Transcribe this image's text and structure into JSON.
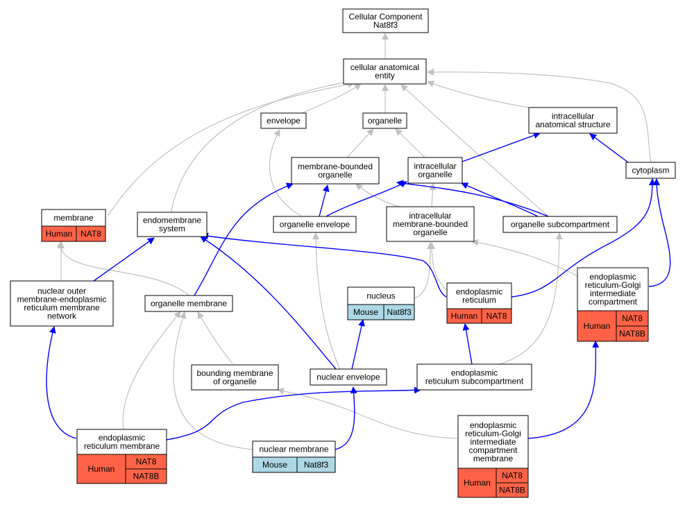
{
  "colors": {
    "human": "#ff6347",
    "mouse": "#add8e6",
    "edge_default": "#c0c0c0",
    "edge_highlight": "#0000ff"
  },
  "nodes": {
    "root": [
      "Cellular Component",
      "Nat8f3"
    ],
    "cae": [
      "cellular anatomical",
      "entity"
    ],
    "envelope": [
      "envelope"
    ],
    "organelle": [
      "organelle"
    ],
    "ias": [
      "intracellular",
      "anatomical structure"
    ],
    "mbo": [
      "membrane-bounded",
      "organelle"
    ],
    "io": [
      "intracellular",
      "organelle"
    ],
    "cytoplasm": [
      "cytoplasm"
    ],
    "membrane": [
      "membrane"
    ],
    "endomem": [
      "endomembrane",
      "system"
    ],
    "oenv": [
      "organelle envelope"
    ],
    "imbo": [
      "intracellular",
      "membrane-bounded",
      "organelle"
    ],
    "osub": [
      "organelle subcompartment"
    ],
    "nomer": [
      "nuclear outer",
      "membrane-endoplasmic",
      "reticulum membrane",
      "network"
    ],
    "omem": [
      "organelle membrane"
    ],
    "nucleus": [
      "nucleus"
    ],
    "er": [
      "endoplasmic",
      "reticulum"
    ],
    "ergic": [
      "endoplasmic",
      "reticulum-Golgi",
      "intermediate",
      "compartment"
    ],
    "bmo": [
      "bounding membrane",
      "of organelle"
    ],
    "nenv": [
      "nuclear envelope"
    ],
    "ersub": [
      "endoplasmic",
      "reticulum subcompartment"
    ],
    "erm": [
      "endoplasmic",
      "reticulum membrane"
    ],
    "nmem": [
      "nuclear membrane"
    ],
    "ergicm": [
      "endoplasmic",
      "reticulum-Golgi",
      "intermediate",
      "compartment",
      "membrane"
    ]
  },
  "annotations": {
    "membrane": {
      "species": "Human",
      "genes": [
        "NAT8"
      ]
    },
    "nucleus": {
      "species": "Mouse",
      "genes": [
        "Nat8f3"
      ]
    },
    "er": {
      "species": "Human",
      "genes": [
        "NAT8"
      ]
    },
    "ergic": {
      "species": "Human",
      "genes": [
        "NAT8",
        "NAT8B"
      ]
    },
    "erm": {
      "species": "Human",
      "genes": [
        "NAT8",
        "NAT8B"
      ]
    },
    "nmem": {
      "species": "Mouse",
      "genes": [
        "Nat8f3"
      ]
    },
    "ergicm": {
      "species": "Human",
      "genes": [
        "NAT8",
        "NAT8B"
      ]
    }
  }
}
